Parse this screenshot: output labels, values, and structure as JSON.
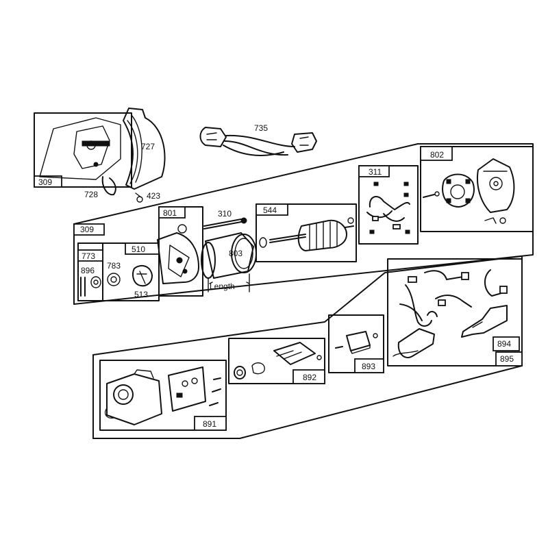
{
  "labels": {
    "p309a": "309",
    "p727": "727",
    "p728": "728",
    "p423": "423",
    "p735": "735",
    "p309b": "309",
    "p801": "801",
    "p310": "310",
    "p544": "544",
    "p311": "311",
    "p802": "802",
    "p773": "773",
    "p510": "510",
    "p783": "783",
    "p896": "896",
    "p513": "513",
    "p803": "803",
    "length": "Length",
    "p891": "891",
    "p892": "892",
    "p893": "893",
    "p894": "894",
    "p895": "895"
  }
}
